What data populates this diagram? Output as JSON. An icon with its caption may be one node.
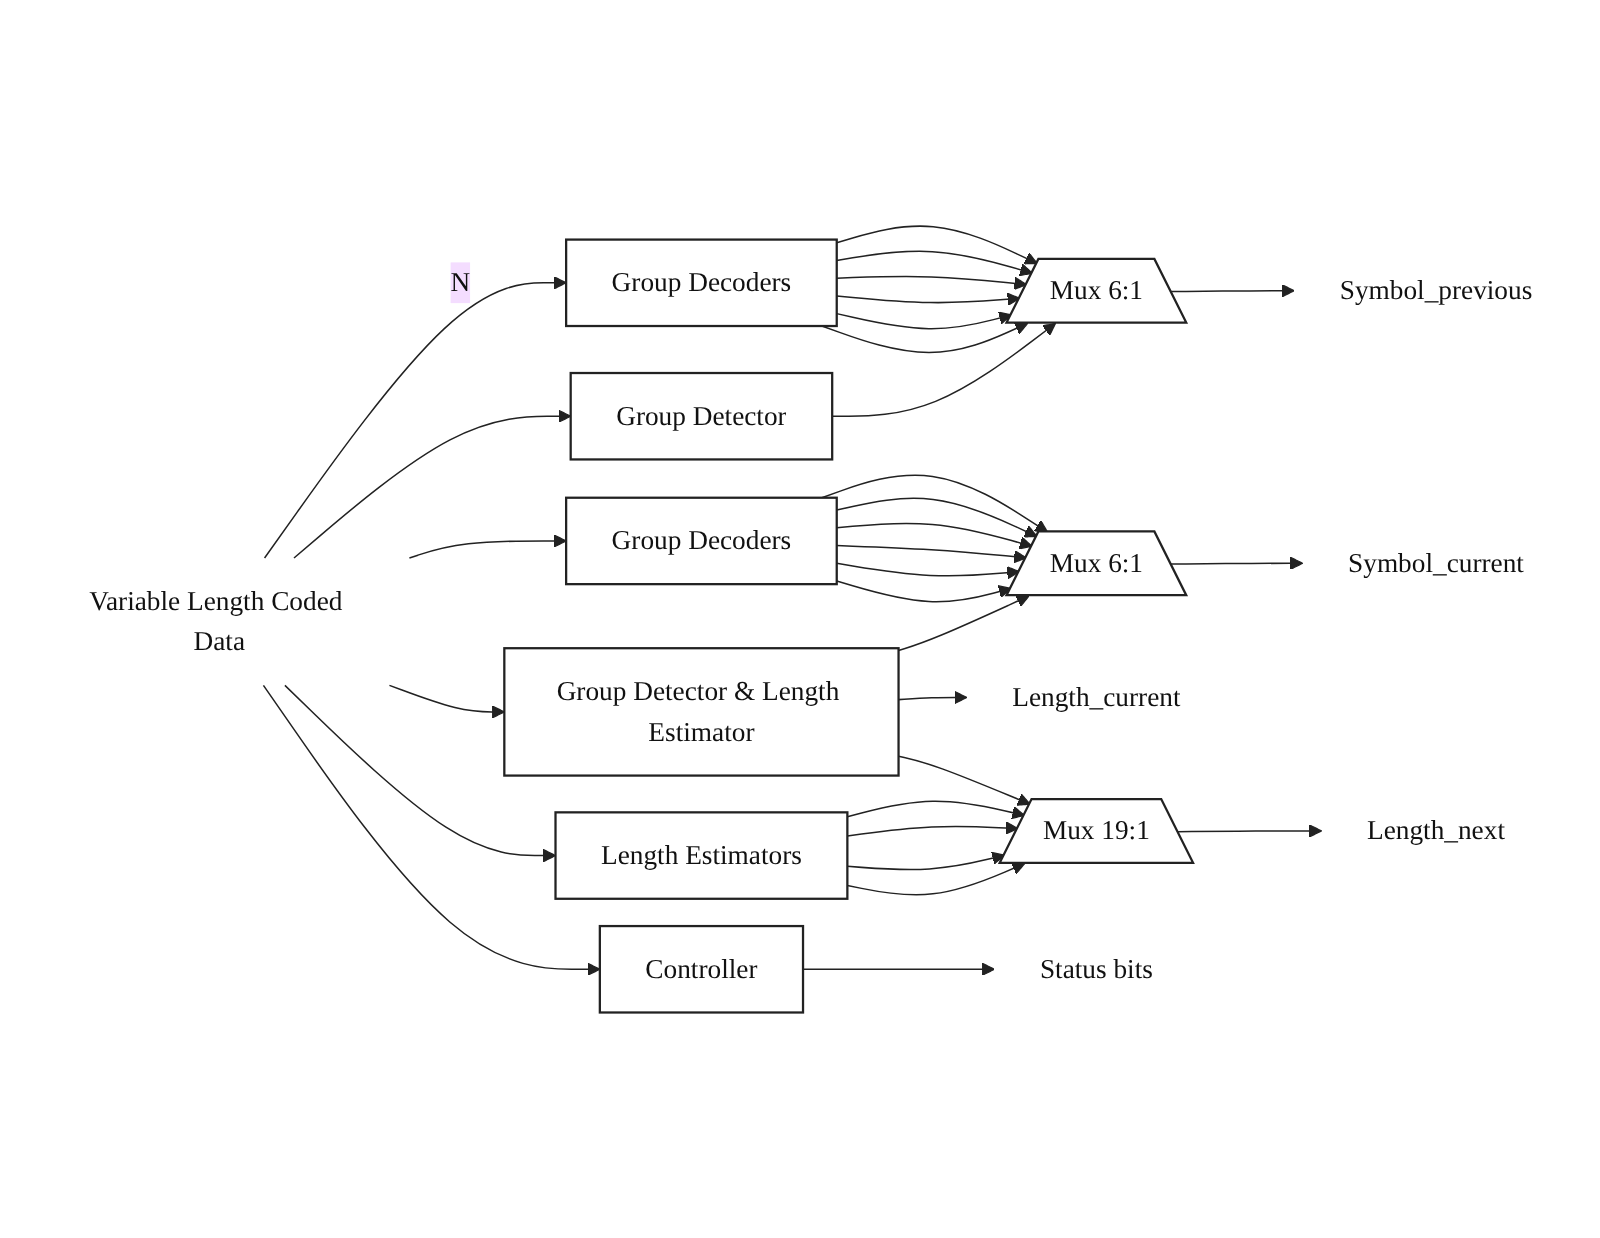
{
  "diagram": {
    "nodes": [
      {
        "text": [
          "Variable Length Coded Data"
        ]
      },
      {
        "text": [
          "Group Decoders"
        ]
      },
      {
        "text": [
          "Mux 6:1"
        ]
      },
      {
        "text": [
          "Symbol_previous"
        ]
      },
      {
        "text": [
          "Group Detector"
        ]
      },
      {
        "text": [
          "Group Decoders"
        ]
      },
      {
        "text": [
          "Mux 6:1"
        ]
      },
      {
        "text": [
          "Symbol_current"
        ]
      },
      {
        "text": [
          "Group Detector & Length Estimator"
        ]
      },
      {
        "text": [
          "Length_current"
        ]
      },
      {
        "text": [
          "Length Estimators"
        ]
      },
      {
        "text": [
          "Mux 19:1"
        ]
      },
      {
        "text": [
          "Length_next"
        ]
      },
      {
        "text": [
          "Controller"
        ]
      },
      {
        "text": [
          "Status bits"
        ]
      }
    ],
    "edges": [
      {
        "from": 0,
        "to": 1,
        "arrow": "to",
        "label": "N"
      },
      {
        "from": 0,
        "to": 4,
        "arrow": "to"
      },
      {
        "from": 0,
        "to": 5,
        "arrow": "to"
      },
      {
        "from": 0,
        "to": 8,
        "arrow": "to"
      },
      {
        "from": 0,
        "to": 10,
        "arrow": "to"
      },
      {
        "from": 0,
        "to": 13,
        "arrow": "to"
      },
      {
        "from": 1,
        "to": 2,
        "arrow": "to"
      },
      {
        "from": 1,
        "to": 2,
        "arrow": "to"
      },
      {
        "from": 1,
        "to": 2,
        "arrow": "to"
      },
      {
        "from": 1,
        "to": 2,
        "arrow": "to"
      },
      {
        "from": 1,
        "to": 2,
        "arrow": "to"
      },
      {
        "from": 1,
        "to": 2,
        "arrow": "to"
      },
      {
        "from": 4,
        "to": 2,
        "arrow": "to"
      },
      {
        "from": 2,
        "to": 3,
        "arrow": "to"
      },
      {
        "from": 5,
        "to": 6,
        "arrow": "to"
      },
      {
        "from": 5,
        "to": 6,
        "arrow": "to"
      },
      {
        "from": 5,
        "to": 6,
        "arrow": "to"
      },
      {
        "from": 5,
        "to": 6,
        "arrow": "to"
      },
      {
        "from": 5,
        "to": 6,
        "arrow": "to"
      },
      {
        "from": 5,
        "to": 6,
        "arrow": "to"
      },
      {
        "from": 8,
        "to": 6,
        "arrow": "to"
      },
      {
        "from": 6,
        "to": 7,
        "arrow": "to"
      },
      {
        "from": 8,
        "to": 9,
        "arrow": "to"
      },
      {
        "from": 8,
        "to": 11,
        "arrow": "to"
      },
      {
        "from": 10,
        "to": 11,
        "arrow": "to"
      },
      {
        "from": 10,
        "to": 11,
        "arrow": "to"
      },
      {
        "from": 10,
        "to": 11,
        "arrow": "to"
      },
      {
        "from": 10,
        "to": 11,
        "arrow": "to"
      },
      {
        "from": 11,
        "to": 12,
        "arrow": "to"
      },
      {
        "from": 13,
        "to": 14,
        "arrow": "to"
      }
    ]
  }
}
